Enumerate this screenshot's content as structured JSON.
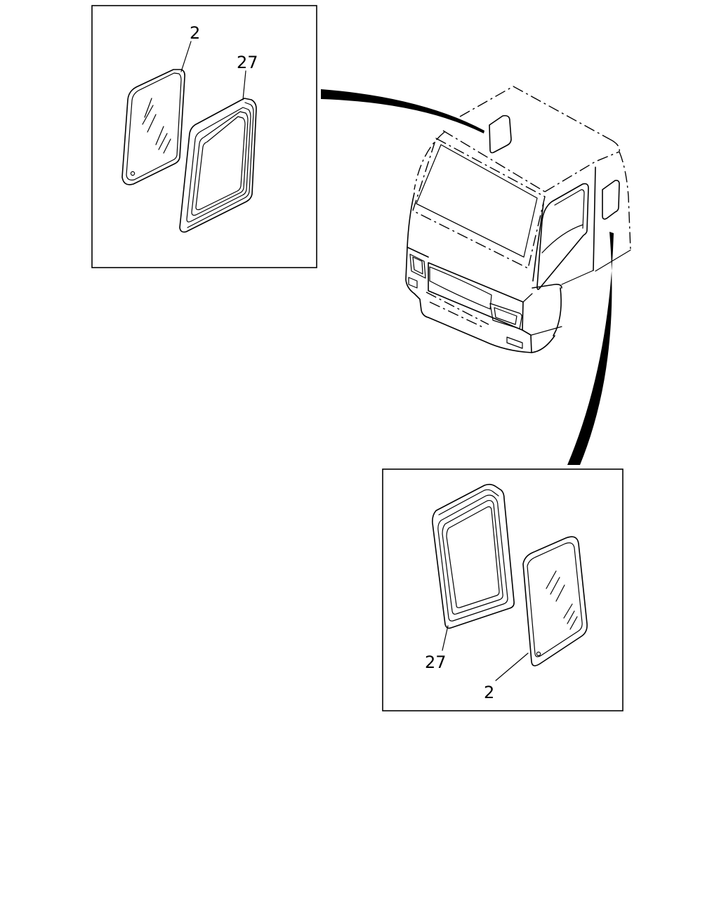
{
  "callouts": {
    "upper_glass_label": "2",
    "upper_seal_label": "27",
    "lower_seal_label": "27",
    "lower_glass_label": "2"
  },
  "colors": {
    "line": "#000000",
    "background": "#ffffff"
  }
}
